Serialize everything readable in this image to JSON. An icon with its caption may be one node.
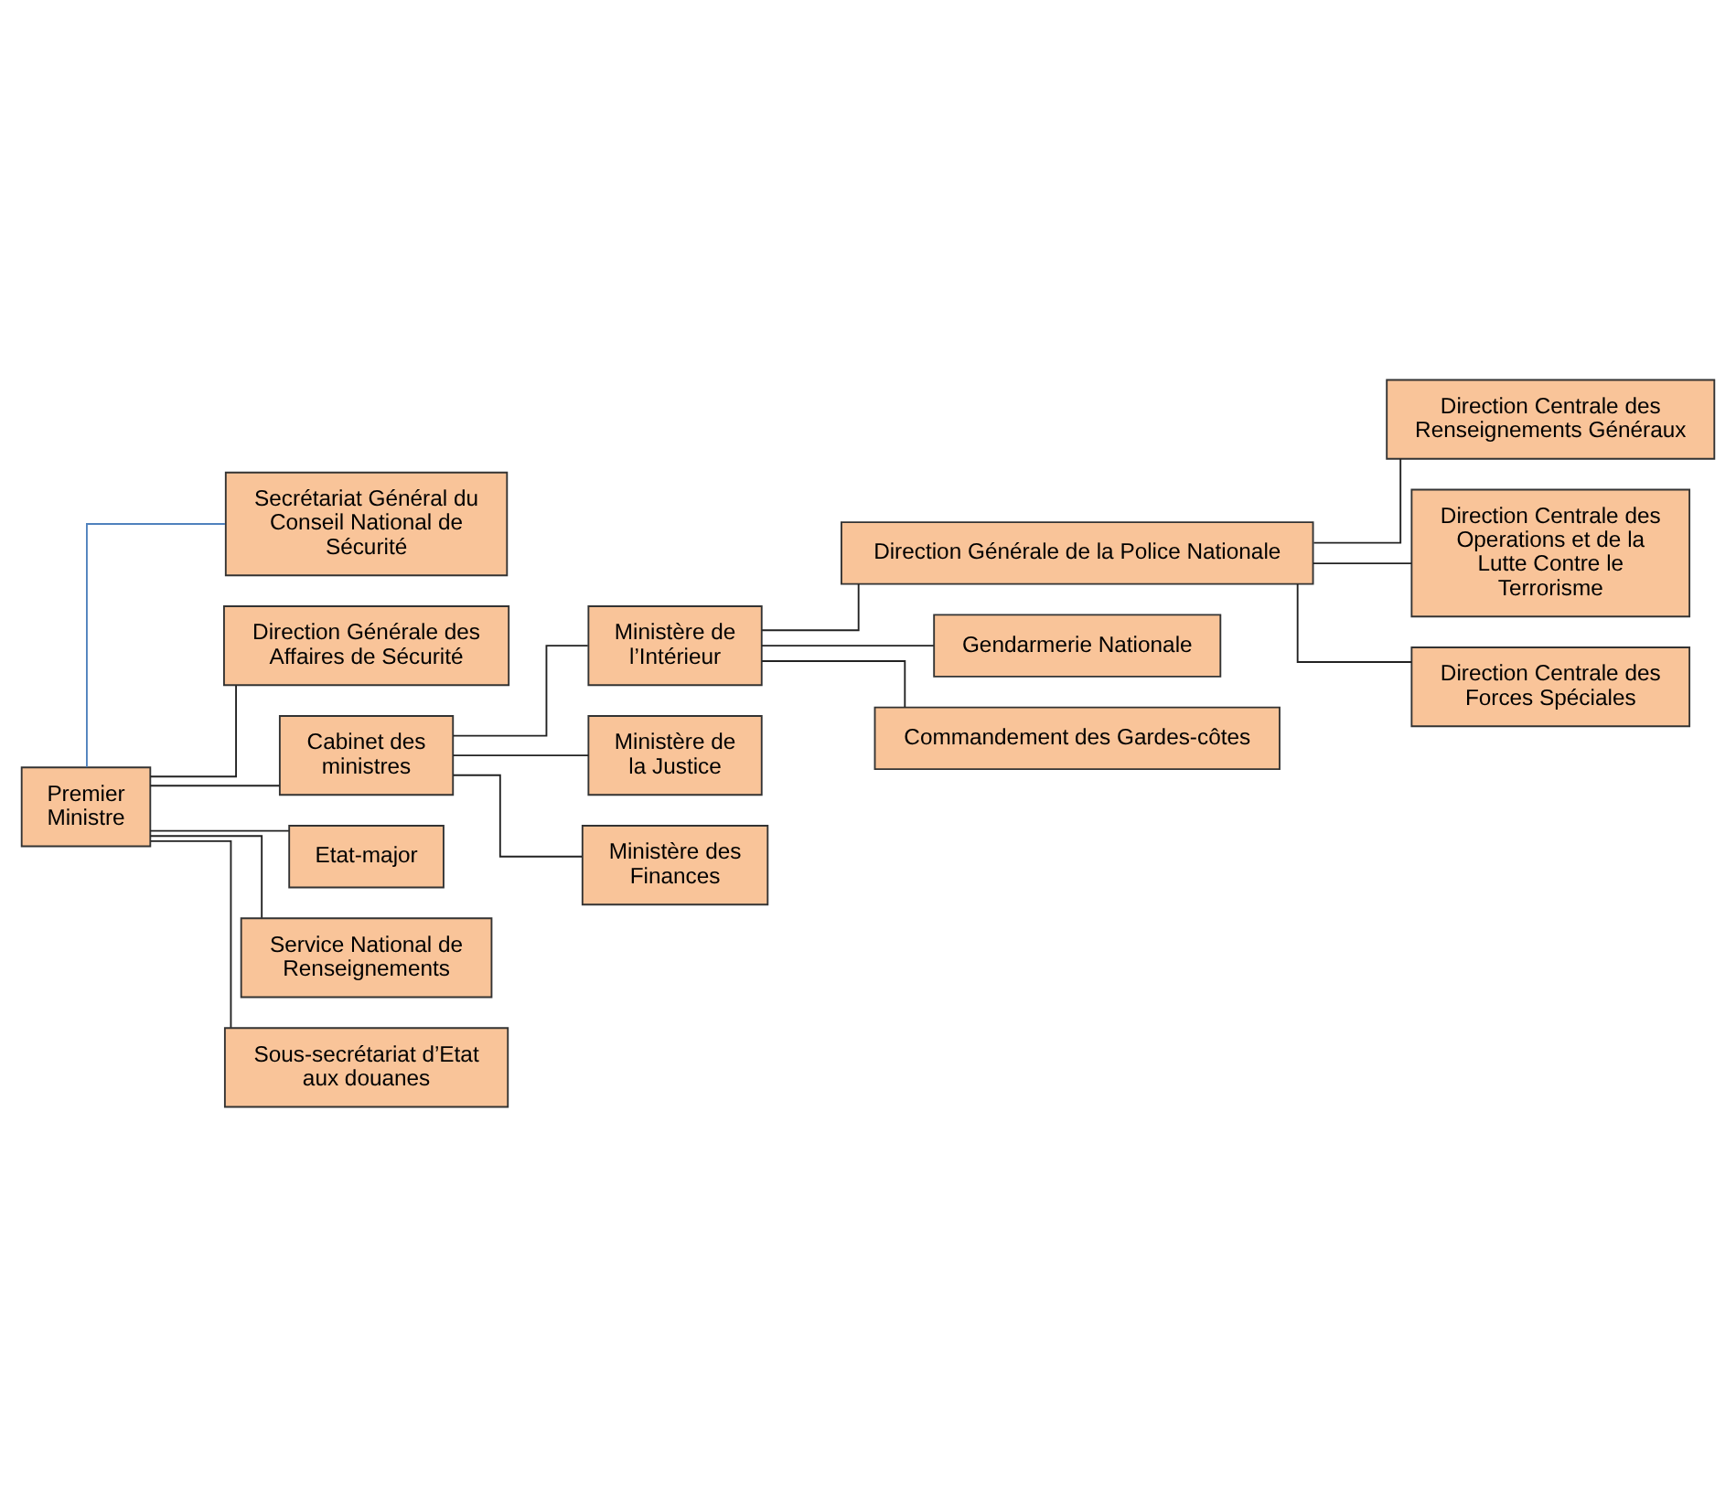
{
  "diagram": {
    "nodes": [
      {
        "text": [
          "Premier Ministre"
        ]
      },
      {
        "text": [
          "Secrétariat Général du Conseil National de Sécurité"
        ]
      },
      {
        "text": [
          "Direction Générale des Affaires de Sécurité"
        ]
      },
      {
        "text": [
          "Cabinet des ministres"
        ]
      },
      {
        "text": [
          "Etat-major"
        ]
      },
      {
        "text": [
          "Service National de Renseignements"
        ]
      },
      {
        "text": [
          "Sous-secrétariat d’Etat aux douanes"
        ]
      },
      {
        "text": [
          "Ministère de l’Intérieur"
        ]
      },
      {
        "text": [
          "Ministère de la Justice"
        ]
      },
      {
        "text": [
          "Ministère des Finances"
        ]
      },
      {
        "text": [
          "Direction Générale de la Police Nationale"
        ]
      },
      {
        "text": [
          "Gendarmerie Nationale"
        ]
      },
      {
        "text": [
          "Commandement des Gardes-côtes"
        ]
      },
      {
        "text": [
          "Direction Centrale des Renseignements Généraux"
        ]
      },
      {
        "text": [
          "Direction Centrale des Operations et de la Lutte Contre le Terrorisme"
        ]
      },
      {
        "text": [
          "Direction Centrale des Forces Spéciales"
        ]
      }
    ],
    "edges": [
      {
        "from": 0,
        "to": 1,
        "arrow": "none",
        "color": "#4f81bd"
      },
      {
        "from": 0,
        "to": 2,
        "arrow": "none"
      },
      {
        "from": 0,
        "to": 3,
        "arrow": "none"
      },
      {
        "from": 0,
        "to": 4,
        "arrow": "none"
      },
      {
        "from": 0,
        "to": 5,
        "arrow": "none"
      },
      {
        "from": 0,
        "to": 6,
        "arrow": "none"
      },
      {
        "from": 3,
        "to": 7,
        "arrow": "none"
      },
      {
        "from": 3,
        "to": 8,
        "arrow": "none"
      },
      {
        "from": 3,
        "to": 9,
        "arrow": "none"
      },
      {
        "from": 7,
        "to": 10,
        "arrow": "none"
      },
      {
        "from": 7,
        "to": 11,
        "arrow": "none"
      },
      {
        "from": 7,
        "to": 12,
        "arrow": "none"
      },
      {
        "from": 10,
        "to": 13,
        "arrow": "none"
      },
      {
        "from": 10,
        "to": 14,
        "arrow": "none"
      },
      {
        "from": 10,
        "to": 15,
        "arrow": "none"
      }
    ]
  }
}
